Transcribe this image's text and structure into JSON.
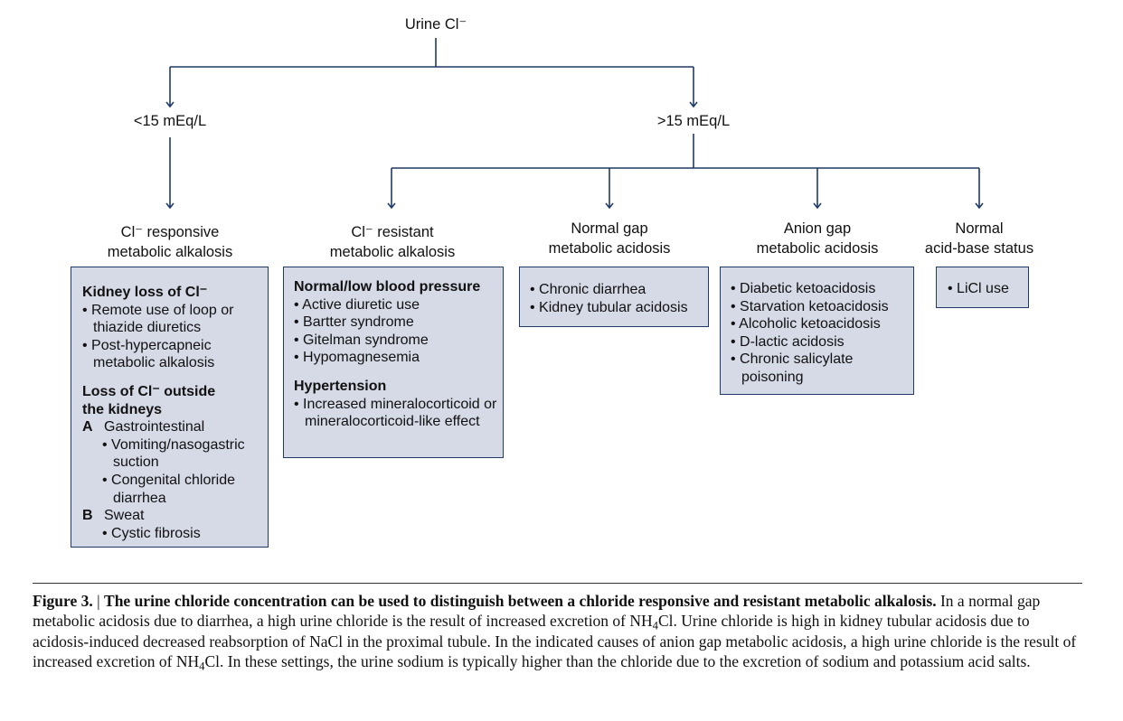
{
  "root_label": "Urine Cl⁻",
  "branch_low": "<15 mEq/L",
  "branch_high": ">15 mEq/L",
  "colors": {
    "box_fill": "#d6d9e6",
    "box_border": "#1f3a66",
    "arrow": "#1f3a66"
  },
  "categories": [
    {
      "title_line1": "Cl⁻ responsive",
      "title_line2": "metabolic alkalosis"
    },
    {
      "title_line1": "Cl⁻ resistant",
      "title_line2": "metabolic alkalosis"
    },
    {
      "title_line1": "Normal gap",
      "title_line2": "metabolic acidosis"
    },
    {
      "title_line1": "Anion gap",
      "title_line2": "metabolic acidosis"
    },
    {
      "title_line1": "Normal",
      "title_line2": "acid-base status"
    }
  ],
  "boxes": {
    "responsive": {
      "kidney_heading": "Kidney loss of Cl⁻",
      "kidney_items": [
        "• Remote use of loop or thiazide diuretics",
        "• Post-hypercapneic metabolic alkalosis"
      ],
      "outside_heading_line1": "Loss of Cl⁻ outside",
      "outside_heading_line2": "the kidneys",
      "subsections": [
        {
          "letter": "A",
          "label": "Gastrointestinal",
          "items": [
            "• Vomiting/nasogastric suction",
            "• Congenital chloride diarrhea"
          ]
        },
        {
          "letter": "B",
          "label": "Sweat",
          "items": [
            "• Cystic fibrosis"
          ]
        }
      ]
    },
    "resistant": {
      "normal_bp_heading": "Normal/low blood pressure",
      "normal_bp_items": [
        "• Active diuretic use",
        "• Bartter syndrome",
        "• Gitelman syndrome",
        "• Hypomagnesemia"
      ],
      "hypertension_heading": "Hypertension",
      "hypertension_items": [
        "• Increased mineralocorticoid or mineralocorticoid-like effect"
      ]
    },
    "normal_gap": {
      "items": [
        "• Chronic diarrhea",
        "• Kidney tubular acidosis"
      ]
    },
    "anion_gap": {
      "items": [
        "• Diabetic ketoacidosis",
        "• Starvation ketoacidosis",
        "• Alcoholic ketoacidosis",
        "• D-lactic acidosis",
        "• Chronic salicylate poisoning"
      ]
    },
    "normal_status": {
      "items": [
        "• LiCl use"
      ]
    }
  },
  "caption": {
    "figure_label": "Figure 3.",
    "separator": " | ",
    "title": "The urine chloride concentration can be used to distinguish between a chloride responsive and resistant metabolic alkalosis.",
    "text_1": " In a normal gap metabolic acidosis due to diarrhea, a high urine chloride is the result of increased excretion of NH",
    "subscript_1": "4",
    "text_2": "Cl. Urine chloride is high in kidney tubular acidosis due to acidosis-induced decreased reabsorption of NaCl in the proximal tubule. In the indicated causes of anion gap metabolic acidosis, a high urine chloride is the result of increased excretion of NH",
    "subscript_2": "4",
    "text_3": "Cl. In these settings, the urine sodium is typically higher than the chloride due to the excretion of sodium and potassium acid salts."
  }
}
